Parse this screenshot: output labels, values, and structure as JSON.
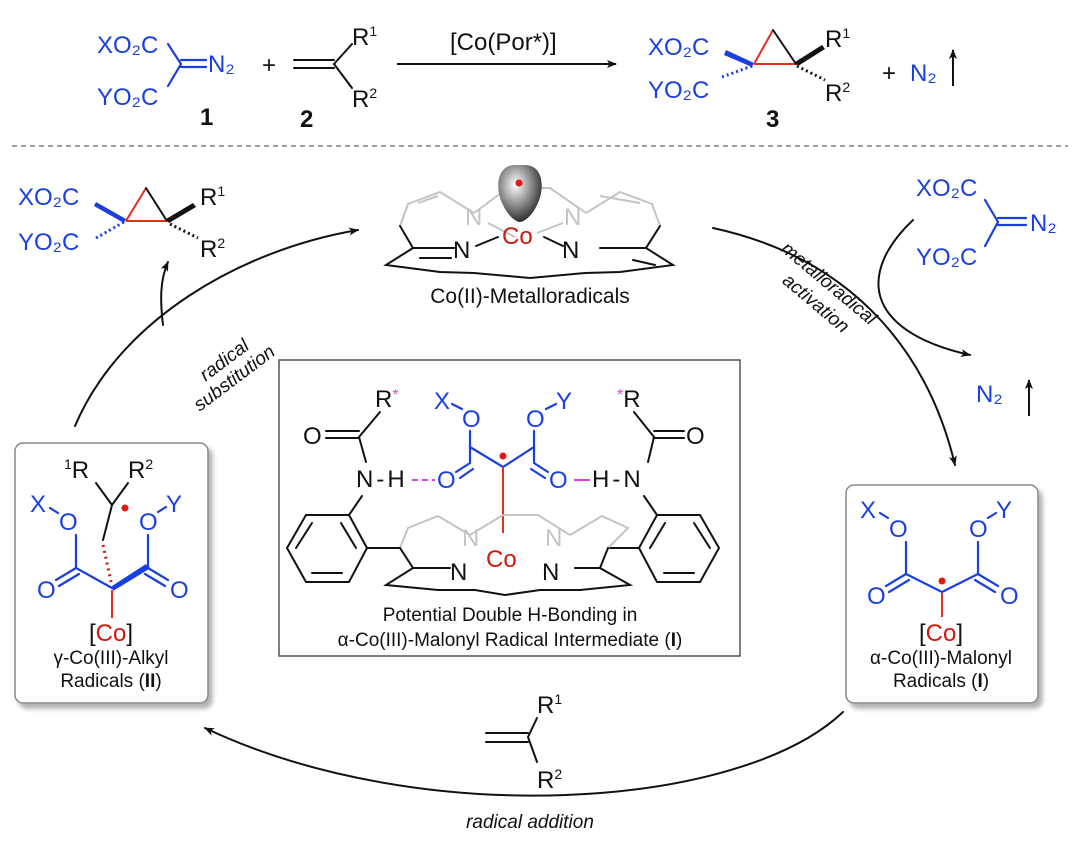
{
  "scheme": {
    "top_reaction": {
      "reactant1": {
        "top_group": "XO₂C",
        "bottom_group": "YO₂C",
        "diazo": "N₂",
        "label": "1"
      },
      "plus1": "+",
      "reactant2": {
        "r_top": "R",
        "r_top_sup": "1",
        "r_bottom": "R",
        "r_bottom_sup": "2",
        "label": "2"
      },
      "catalyst": "[Co(Por*)]",
      "product": {
        "top_group": "XO₂C",
        "bottom_group": "YO₂C",
        "r_top": "R",
        "r_top_sup": "1",
        "r_bottom": "R",
        "r_bottom_sup": "2",
        "label": "3"
      },
      "plus2": "+",
      "byproduct": "N₂"
    },
    "cycle": {
      "catalyst": {
        "metal": "Co",
        "n_atom": "N",
        "caption": "Co(II)-Metalloradicals"
      },
      "product_release": {
        "top_group": "XO₂C",
        "bottom_group": "YO₂C",
        "r_top": "R",
        "r_top_sup": "1",
        "r_bottom": "R",
        "r_bottom_sup": "2"
      },
      "diazo_input": {
        "top_group": "XO₂C",
        "bottom_group": "YO₂C",
        "diazo": "N₂"
      },
      "n2_release": "N₂",
      "steps": {
        "metalloradical_activation": [
          "metalloradical",
          "activation"
        ],
        "radical_substitution": [
          "radical",
          "substitution"
        ],
        "radical_addition": "radical addition"
      },
      "intermediate_I": {
        "x": "X",
        "y": "Y",
        "o": "O",
        "metal_bracket_open": "[",
        "metal": "Co",
        "metal_bracket_close": "]",
        "caption_line1": "α-Co(III)-Malonyl",
        "caption_line2_pre": "Radicals (",
        "caption_line2_bold": "I",
        "caption_line2_post": ")"
      },
      "intermediate_II": {
        "x": "X",
        "y": "Y",
        "o": "O",
        "r1_pre": "1",
        "r1": "R",
        "r2": "R",
        "r2_sup": "2",
        "metal_bracket_open": "[",
        "metal": "Co",
        "metal_bracket_close": "]",
        "caption_line1": "γ-Co(III)-Alkyl",
        "caption_line2_pre": "Radicals (",
        "caption_line2_bold": "II",
        "caption_line2_post": ")"
      },
      "alkene_input": {
        "r_top": "R",
        "r_top_sup": "1",
        "r_bottom": "R",
        "r_bottom_sup": "2"
      },
      "center_box": {
        "r_left": "R",
        "r_left_star": "*",
        "r_right": "R",
        "r_right_star": "*",
        "o": "O",
        "n": "N",
        "h": "H",
        "x": "X",
        "y": "Y",
        "metal": "Co",
        "caption_line1": "Potential Double H-Bonding in",
        "caption_line2_pre": "α-Co(III)-Malonyl Radical Intermediate (",
        "caption_line2_bold": "I",
        "caption_line2_post": ")"
      }
    },
    "colors": {
      "ester_blue": "#1a3fe0",
      "cobalt_red": "#cc1a0e",
      "hbond_pink": "#e040e6",
      "porphyrin_back_gray": "#c4c4c4"
    }
  }
}
